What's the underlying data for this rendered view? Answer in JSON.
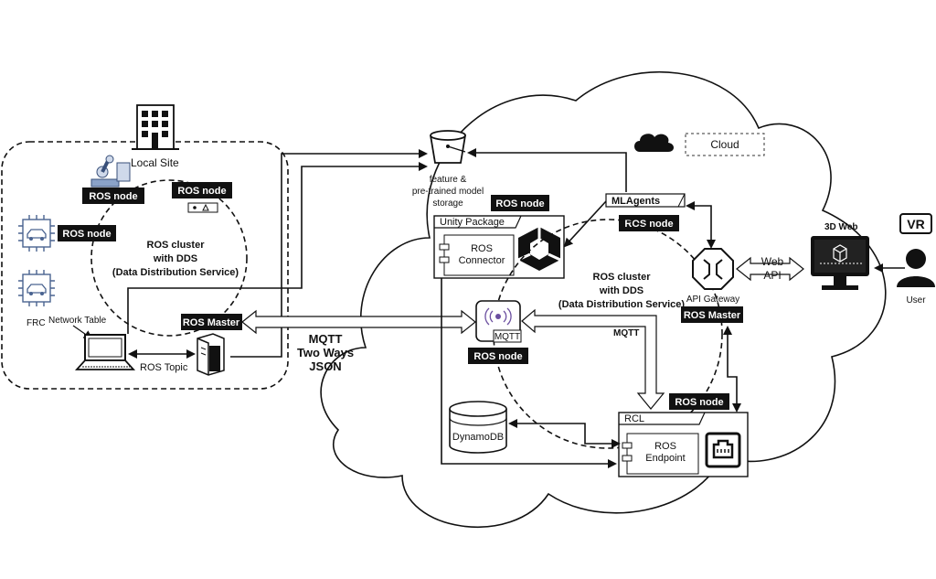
{
  "local_site": {
    "title": "Local Site",
    "cluster": [
      "ROS cluster",
      "with DDS",
      "(Data Distribution Service)"
    ],
    "ros_node_1": "ROS node",
    "ros_node_2": "ROS node",
    "ros_node_3": "ROS node",
    "ros_master": "ROS Master",
    "frc": "FRC",
    "network_table": "Network Table",
    "ros_topic": "ROS Topic"
  },
  "link": {
    "mqtt": "MQTT",
    "two_ways": "Two Ways",
    "json": "JSON"
  },
  "cloud": {
    "title": "Cloud",
    "storage": [
      "feature &",
      "pre-trained model",
      "storage"
    ],
    "unity_package": "Unity Package",
    "ros_node_unity": "ROS node",
    "ros_connector": [
      "ROS",
      "Connector"
    ],
    "mlagents": "MLAgents",
    "ros_node_ml": "ROS node",
    "cluster": [
      "ROS cluster",
      "with DDS",
      "(Data Distribution Service)"
    ],
    "mqtt_inner": "MQTT",
    "ros_node_mqtt": "ROS node",
    "mqtt_label": "MQTT",
    "api_gateway": "API Gateway",
    "ros_master": "ROS Master",
    "web": "Web",
    "api": "API",
    "ros_node_rcl": "ROS node",
    "rcl": "RCL",
    "ros_endpoint": [
      "ROS",
      "Endpoint"
    ],
    "dynamodb": "DynamoDB"
  },
  "client": {
    "web3d": "3D Web",
    "vr": "VR",
    "user": "User"
  }
}
